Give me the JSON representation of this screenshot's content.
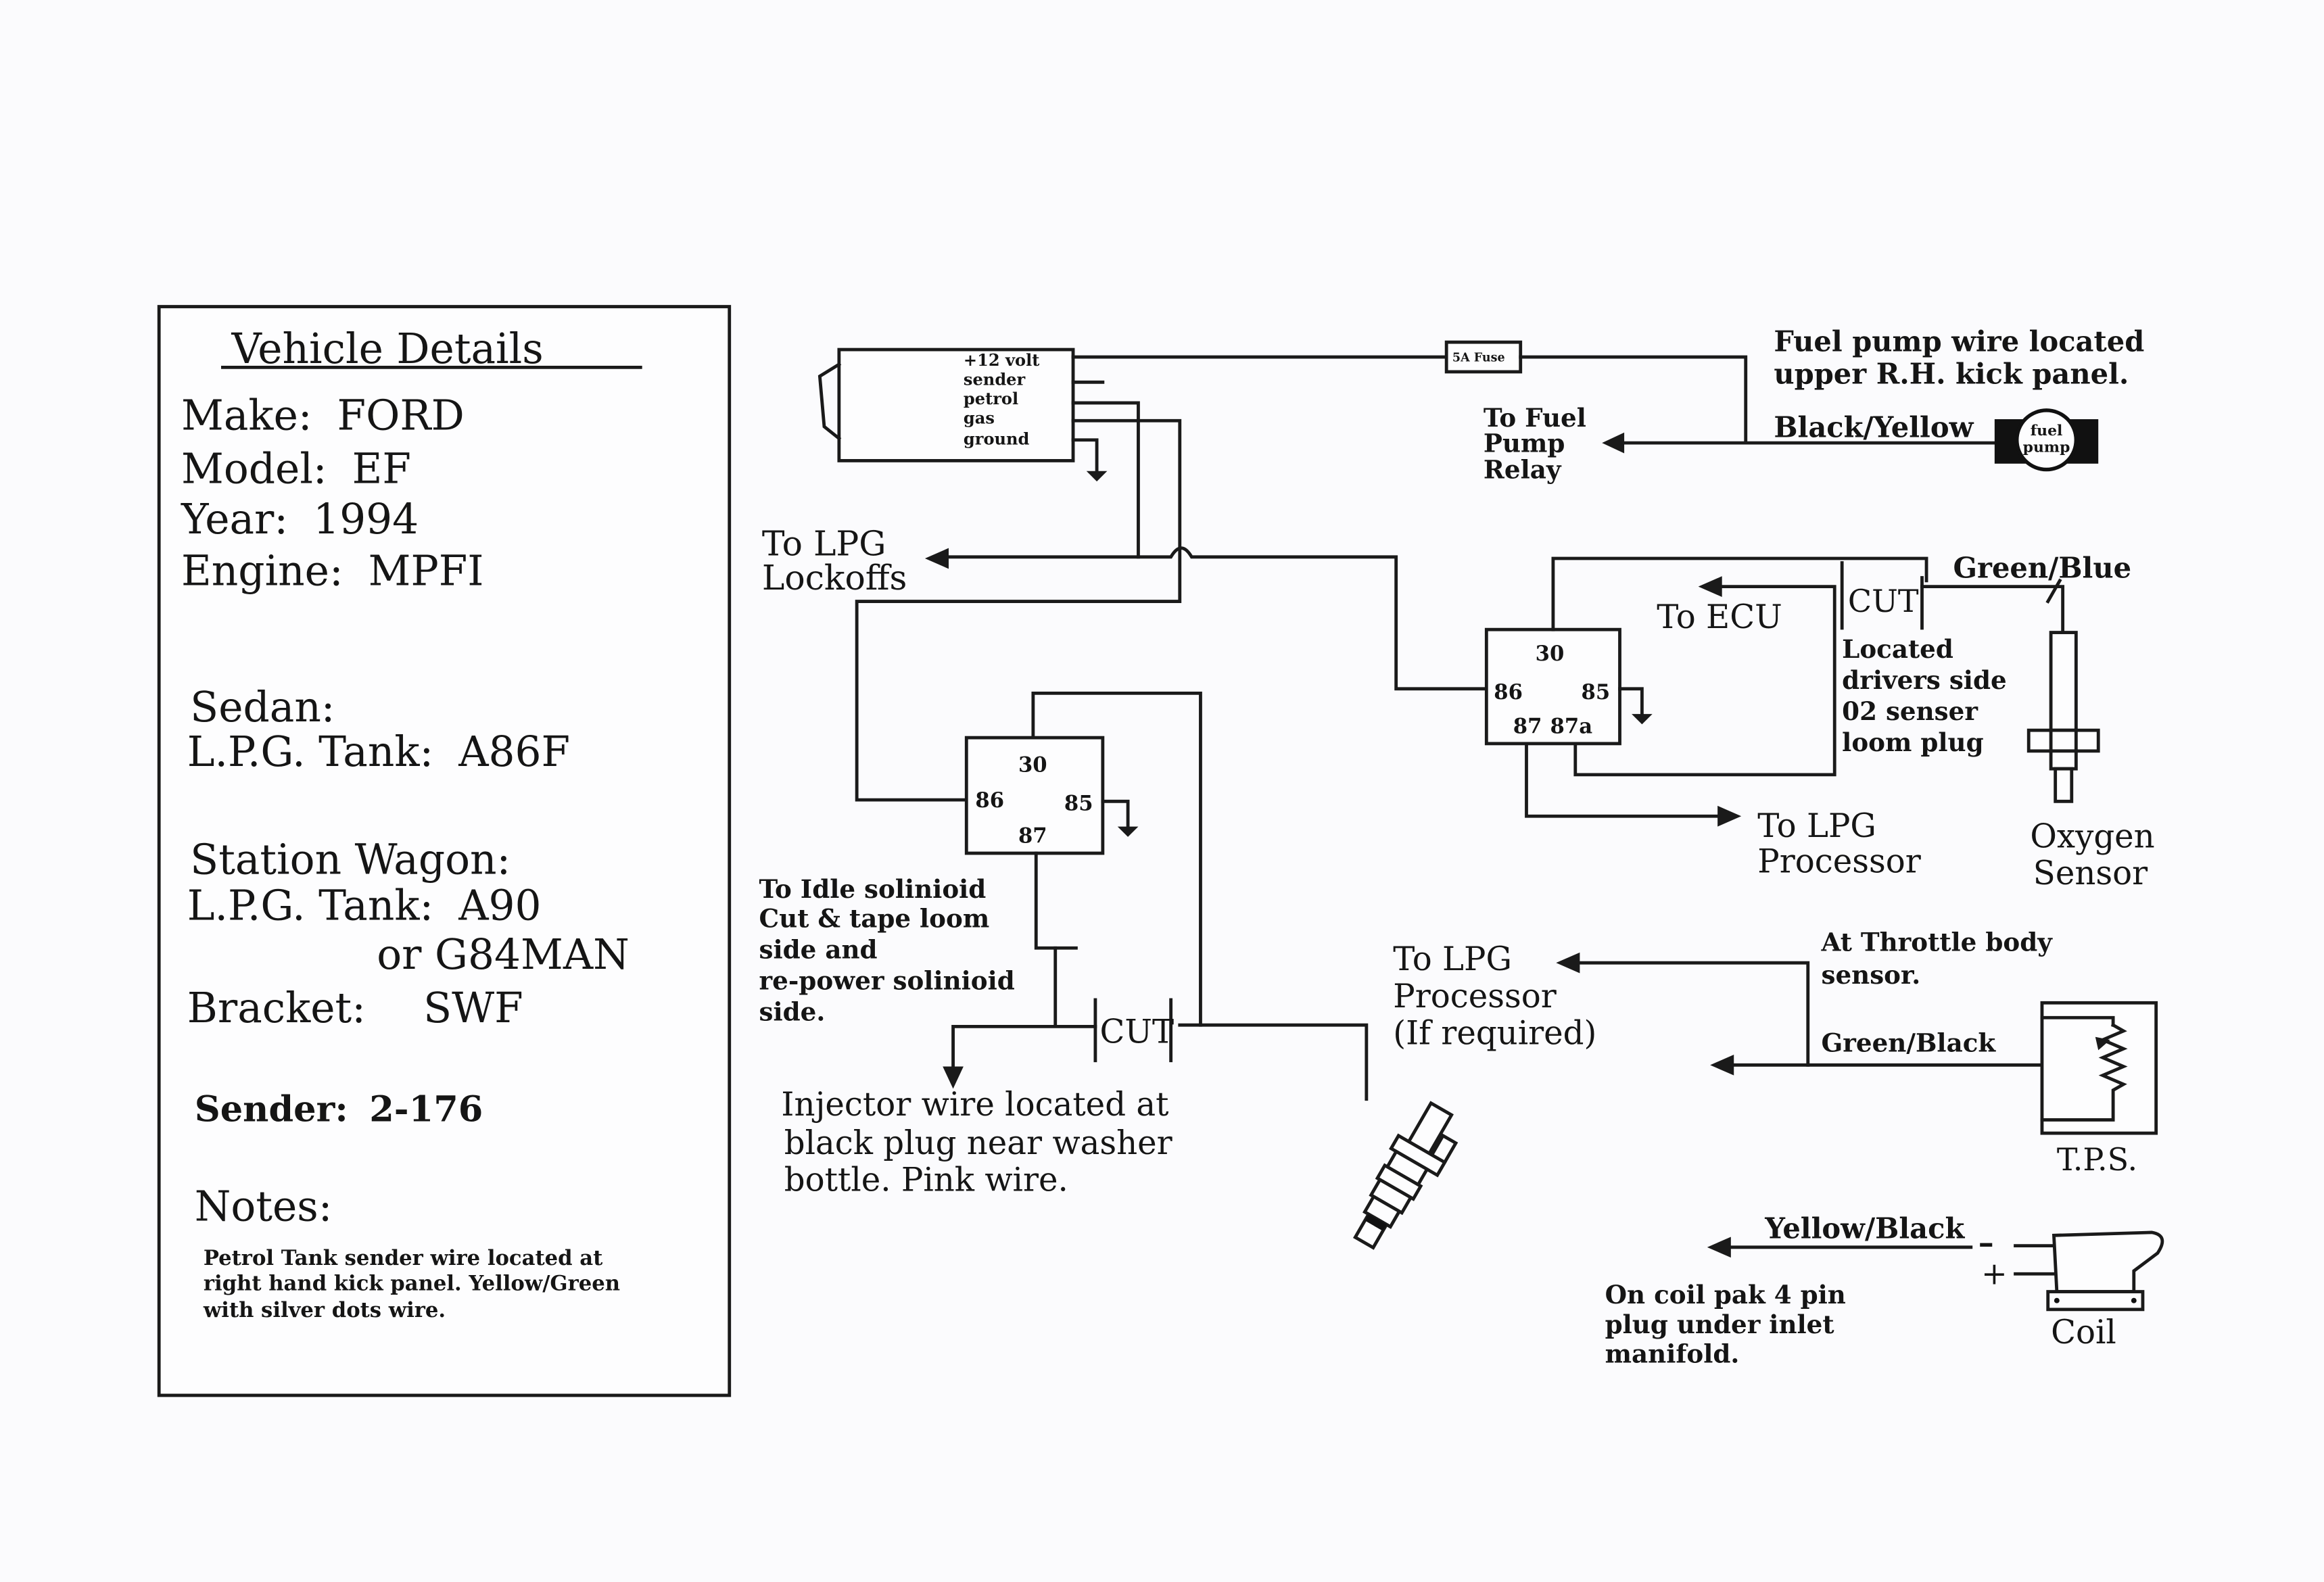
{
  "vehicle_details": {
    "title": "Vehicle Details",
    "make_label": "Make:",
    "make": "FORD",
    "model_label": "Model:",
    "model": "EF",
    "year_label": "Year:",
    "year": "1994",
    "engine_label": "Engine:",
    "engine": "MPFI",
    "sedan_label": "Sedan:",
    "sedan_tank_label": "L.P.G.  Tank:",
    "sedan_tank": "A86F",
    "wagon_label": "Station  Wagon:",
    "wagon_tank_label": "L.P.G.  Tank:",
    "wagon_tank": "A90",
    "wagon_tank_alt": "or  G84MAN",
    "bracket_label": "Bracket:",
    "bracket": "SWF",
    "sender_label": "Sender:",
    "sender": "2-176",
    "notes_label": "Notes:",
    "notes_lines": [
      "Petrol Tank sender wire located at",
      "right hand kick panel. Yellow/Green",
      "with silver dots wire."
    ]
  },
  "switch_module": {
    "terminals": [
      "+12 volt",
      "sender",
      "petrol",
      "gas",
      "ground"
    ]
  },
  "fuse": {
    "label": "5A Fuse"
  },
  "fuel_pump": {
    "note_lines": [
      "Fuel pump wire located",
      "upper R.H. kick panel."
    ],
    "wire_color": "Black/Yellow",
    "icon_label_lines": [
      "fuel",
      "pump"
    ],
    "destination_lines": [
      "To Fuel",
      "Pump",
      "Relay"
    ]
  },
  "lockoffs": {
    "label_lines": [
      "To LPG",
      "Lockoffs"
    ]
  },
  "relay_o2": {
    "pins": {
      "p30": "30",
      "p86": "86",
      "p85": "85",
      "p87": "87",
      "p87a": "87a"
    },
    "to_ecu": "To  ECU",
    "cut": "CUT",
    "wire_color": "Green/Blue",
    "location_lines": [
      "Located",
      "drivers side",
      "02 senser",
      "loom plug"
    ],
    "to_processor_lines": [
      "To  LPG",
      "Processor"
    ],
    "sensor_lines": [
      "Oxygen",
      "Sensor"
    ]
  },
  "relay_idle": {
    "pins": {
      "p30": "30",
      "p86": "86",
      "p85": "85",
      "p87": "87"
    },
    "note_lines": [
      "To Idle solinioid",
      "Cut & tape loom",
      "side and",
      "re-power solinioid",
      "side."
    ]
  },
  "injector": {
    "cut": "CUT",
    "note_lines": [
      "Injector wire located at",
      "black plug near washer",
      "bottle. Pink wire."
    ]
  },
  "tps": {
    "to_processor_lines": [
      "To  LPG",
      "Processor",
      "(If  required)"
    ],
    "location_lines": [
      "At Throttle body",
      "sensor."
    ],
    "wire_color": "Green/Black",
    "label": "T.P.S."
  },
  "coil": {
    "wire_color": "Yellow/Black",
    "minus": "–",
    "plus": "+",
    "note_lines": [
      "On coil pak 4 pin",
      "plug under inlet",
      "manifold."
    ],
    "label": "Coil"
  }
}
